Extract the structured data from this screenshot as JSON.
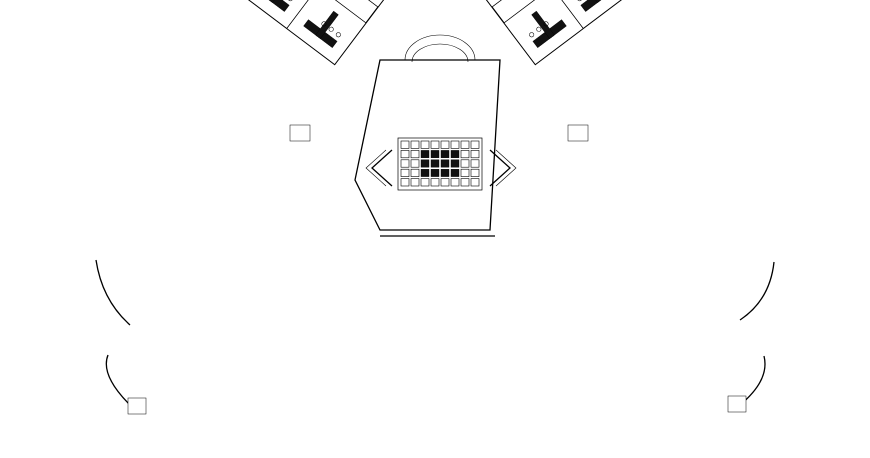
{
  "drawing": {
    "type": "architectural floor plan",
    "wings": [
      {
        "name": "left-wing"
      },
      {
        "name": "right-wing"
      }
    ],
    "colors": {
      "line": "#000000",
      "background": "#ffffff"
    }
  }
}
